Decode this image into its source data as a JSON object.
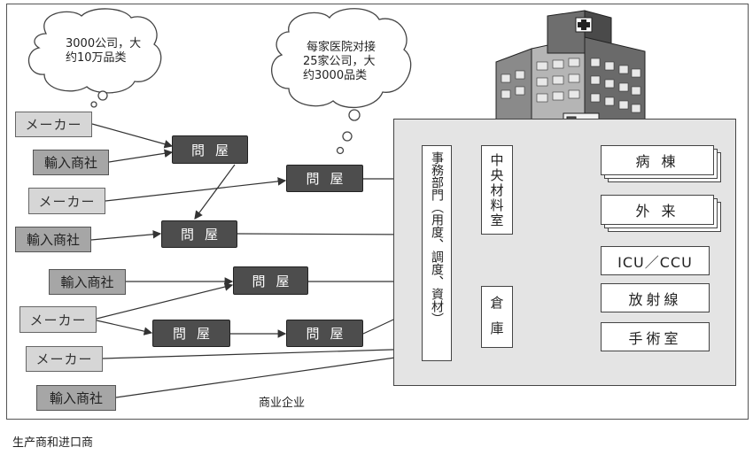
{
  "clouds": {
    "left_line1": "3000公司，大",
    "left_line2": "约10万品类",
    "right_line1": "每家医院对接",
    "right_line2": "25家公司，大",
    "right_line3": "约3000品类"
  },
  "sources": {
    "maker": "メーカー",
    "importer": "輸入商社"
  },
  "wholesaler": "問屋",
  "hospital": {
    "admin": "事務部門（用度、調度、資材）",
    "central_supply": "中央材料室",
    "warehouse": "倉庫",
    "departments": [
      "病 棟",
      "外 来",
      "ICU／CCU",
      "放射線",
      "手術室"
    ]
  },
  "captions": {
    "middle": "商业企业",
    "bottom": "生产商和进口商"
  },
  "colors": {
    "wholesaler_fill": "#4d4d4d",
    "maker_fill": "#d6d6d6",
    "importer_fill": "#a6a6a6",
    "hospital_panel": "#e4e4e4"
  }
}
